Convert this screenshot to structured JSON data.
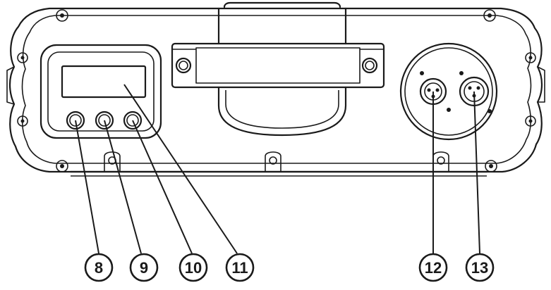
{
  "callouts": [
    {
      "id": "8",
      "label": "8"
    },
    {
      "id": "9",
      "label": "9"
    },
    {
      "id": "10",
      "label": "10"
    },
    {
      "id": "11",
      "label": "11"
    },
    {
      "id": "12",
      "label": "12"
    },
    {
      "id": "13",
      "label": "13"
    }
  ],
  "colors": {
    "line": "#1a1a1a",
    "background": "#ffffff"
  }
}
